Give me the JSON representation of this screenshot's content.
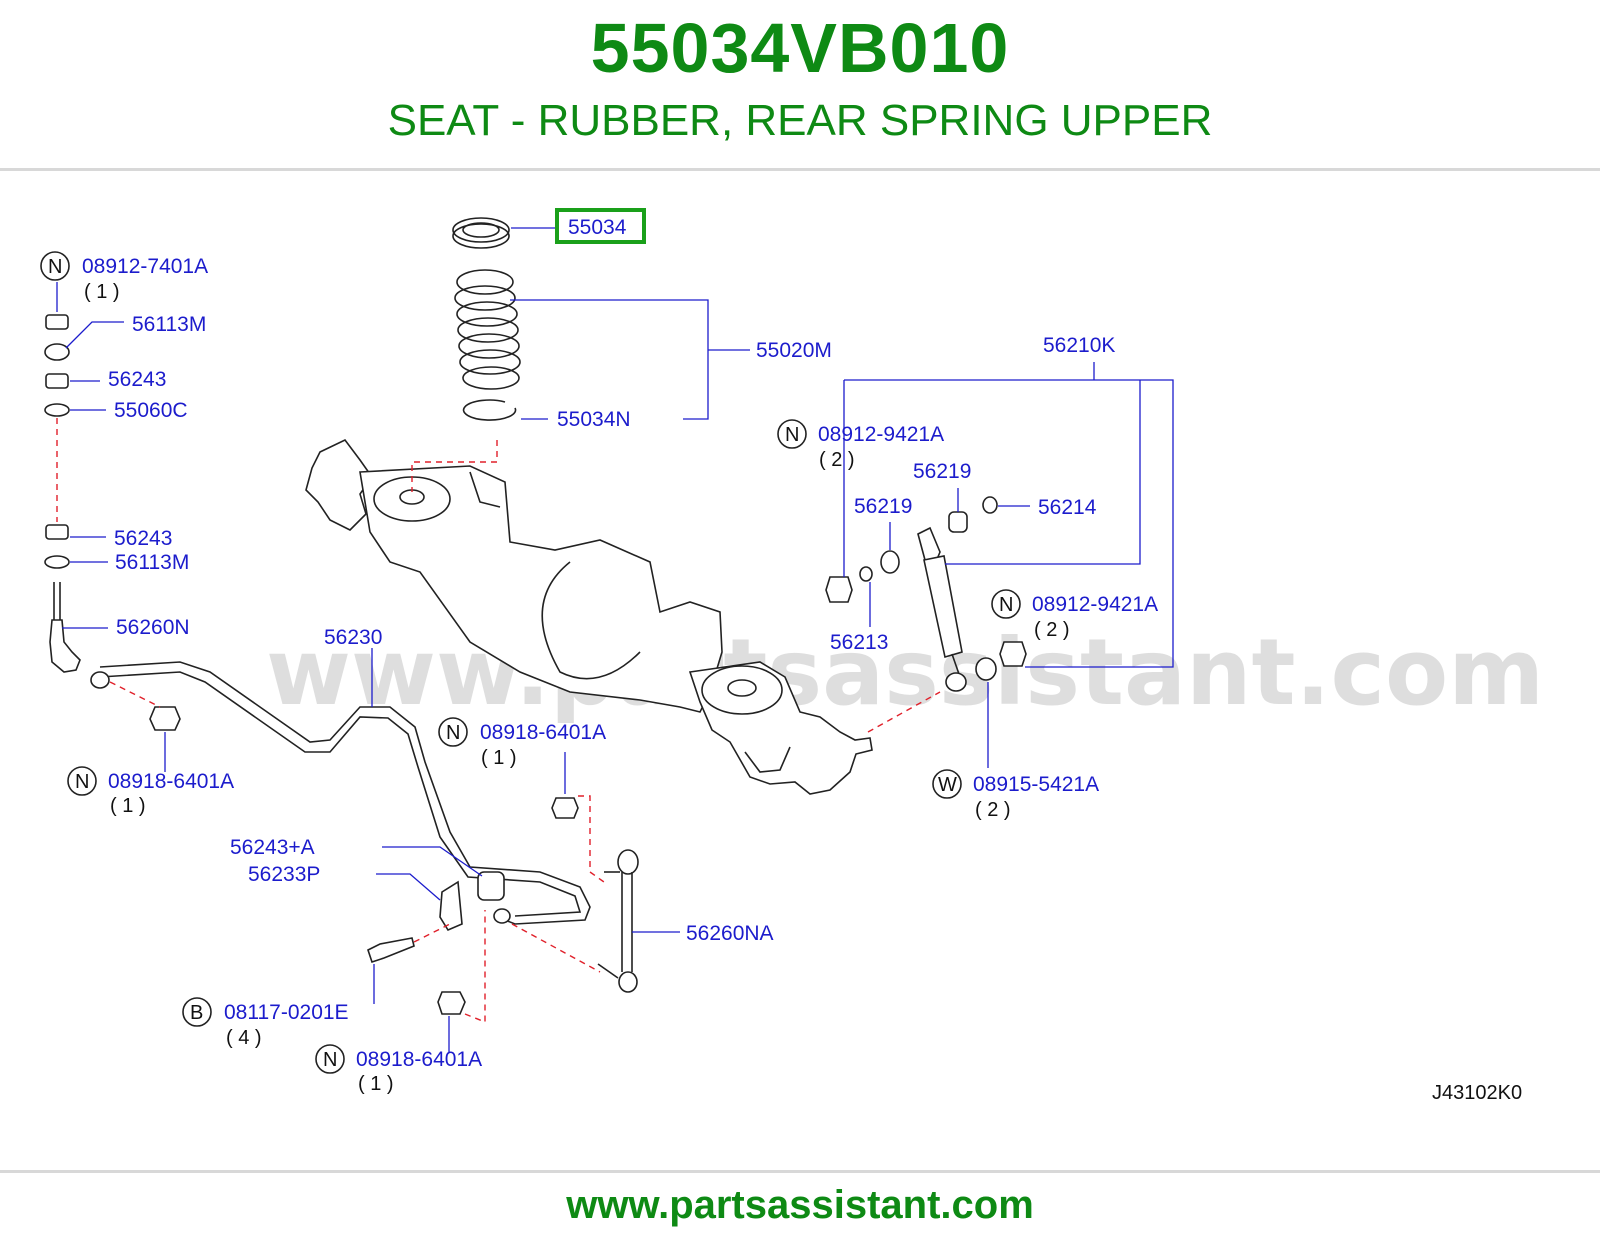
{
  "header": {
    "part_number": "55034VB010",
    "description": "SEAT - RUBBER, REAR SPRING UPPER"
  },
  "watermark": "www.partsassistant.com",
  "footer": {
    "url": "www.partsassistant.com"
  },
  "diagram": {
    "reference_code": "J43102K0",
    "highlight_color": "#1aa01a",
    "highlighted_label": "55034",
    "labels": {
      "l_55034": "55034",
      "l_55020M": "55020M",
      "l_55034N": "55034N",
      "l_56210K": "56210K",
      "l_08912_7401A": "08912-7401A",
      "l_56113M_top": "56113M",
      "l_56243_top": "56243",
      "l_55060C": "55060C",
      "l_56243_low": "56243",
      "l_56113M_low": "56113M",
      "l_56260N": "56260N",
      "l_56230": "56230",
      "l_08918_6401A_left": "08918-6401A",
      "l_08918_6401A_mid": "08918-6401A",
      "l_08918_6401A_bot": "08918-6401A",
      "l_56243A": "56243+A",
      "l_56233P": "56233P",
      "l_56260NA": "56260NA",
      "l_08117_0201E": "08117-0201E",
      "l_08912_9421A_a": "08912-9421A",
      "l_08912_9421A_b": "08912-9421A",
      "l_56219_a": "56219",
      "l_56219_b": "56219",
      "l_56214": "56214",
      "l_56213": "56213",
      "l_08915_5421A": "08915-5421A"
    },
    "qtys": {
      "q_top_left": "( 1 )",
      "q_left": "( 1 )",
      "q_mid": "( 1 )",
      "q_bot": "( 1 )",
      "q_bolt": "( 4 )",
      "q_9421a": "( 2 )",
      "q_9421b": "( 2 )",
      "q_washer": "( 2 )"
    },
    "circles": {
      "c_top_left": "N",
      "c_left": "N",
      "c_mid": "N",
      "c_bot": "N",
      "c_bolt": "B",
      "c_9421a": "N",
      "c_9421b": "N",
      "c_washer": "W"
    }
  }
}
